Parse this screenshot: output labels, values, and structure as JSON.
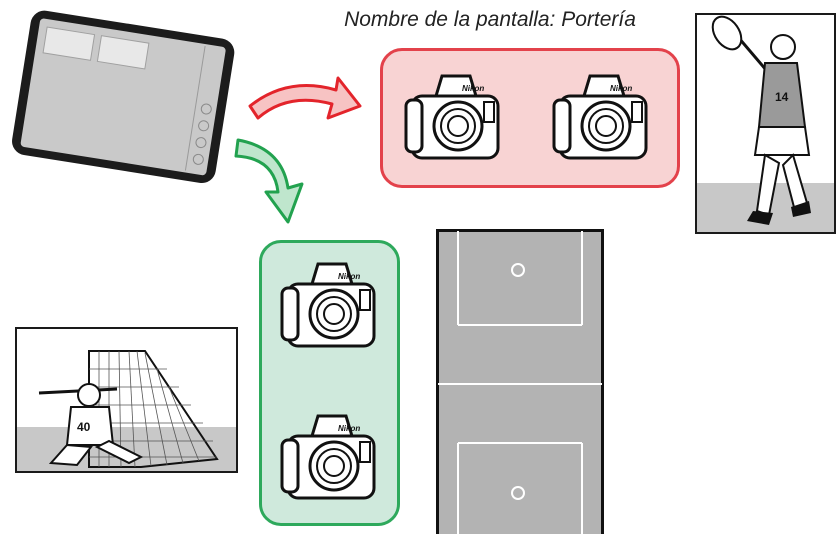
{
  "caption": "Nombre de la pantalla: Portería",
  "cameras": {
    "red_group": [
      "camera",
      "camera"
    ],
    "green_group": [
      "camera",
      "camera"
    ]
  },
  "colors": {
    "red_group_fill": "#f8d3d3",
    "red_group_border": "#e3424b",
    "green_group_fill": "#cfe9dc",
    "green_group_border": "#2ea95c",
    "field_gray": "#b3b3b3"
  },
  "goalie_jersey": "40",
  "attacker_jersey": "14",
  "camera_brand": "Nikon"
}
